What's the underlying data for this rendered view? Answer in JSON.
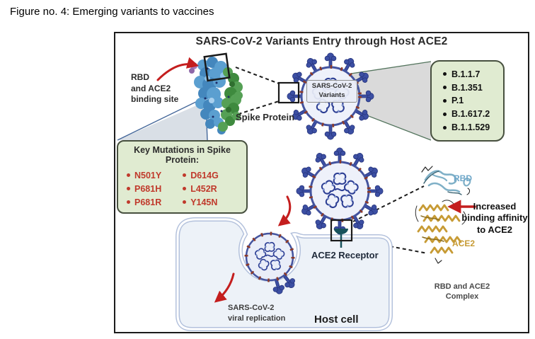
{
  "caption": "Figure no. 4: Emerging variants to vaccines",
  "figure": {
    "title": "SARS-CoV-2 Variants Entry through Host ACE2",
    "virus_tag": "SARS-CoV-2\nVariants",
    "labels": {
      "rbd_binding_site": "RBD\nand ACE2\nbinding site",
      "spike_protein": "Spike Protein",
      "ace2_receptor": "ACE2 Receptor",
      "host_cell": "Host cell",
      "viral_replication": "SARS-CoV-2\nviral replication",
      "rbd": "RBD",
      "ace2": "ACE2",
      "increased_affinity": "Increased\nbinding affinity\nto ACE2",
      "rbd_ace2_complex": "RBD and ACE2\nComplex"
    },
    "variants_box": {
      "items": [
        "B.1.1.7",
        "B.1.351",
        "P.1",
        "B.1.617.2",
        "B.1.1.529"
      ]
    },
    "mutations_box": {
      "title": "Key Mutations in Spike\nProtein:",
      "col1": [
        "N501Y",
        "P681H",
        "P681R"
      ],
      "col2": [
        "D614G",
        "L452R",
        "Y145N"
      ]
    },
    "colors": {
      "virus_blue": "#3c4fa3",
      "membrane_tick_red": "#8b3a2a",
      "box_green": "#e0ebd1",
      "mutation_red": "#c0392b",
      "arrow_red": "#c41e1e",
      "receptor_teal": "#17525c",
      "rbd_blue": "#6fa7c9",
      "ace2_gold": "#c79b35"
    }
  }
}
